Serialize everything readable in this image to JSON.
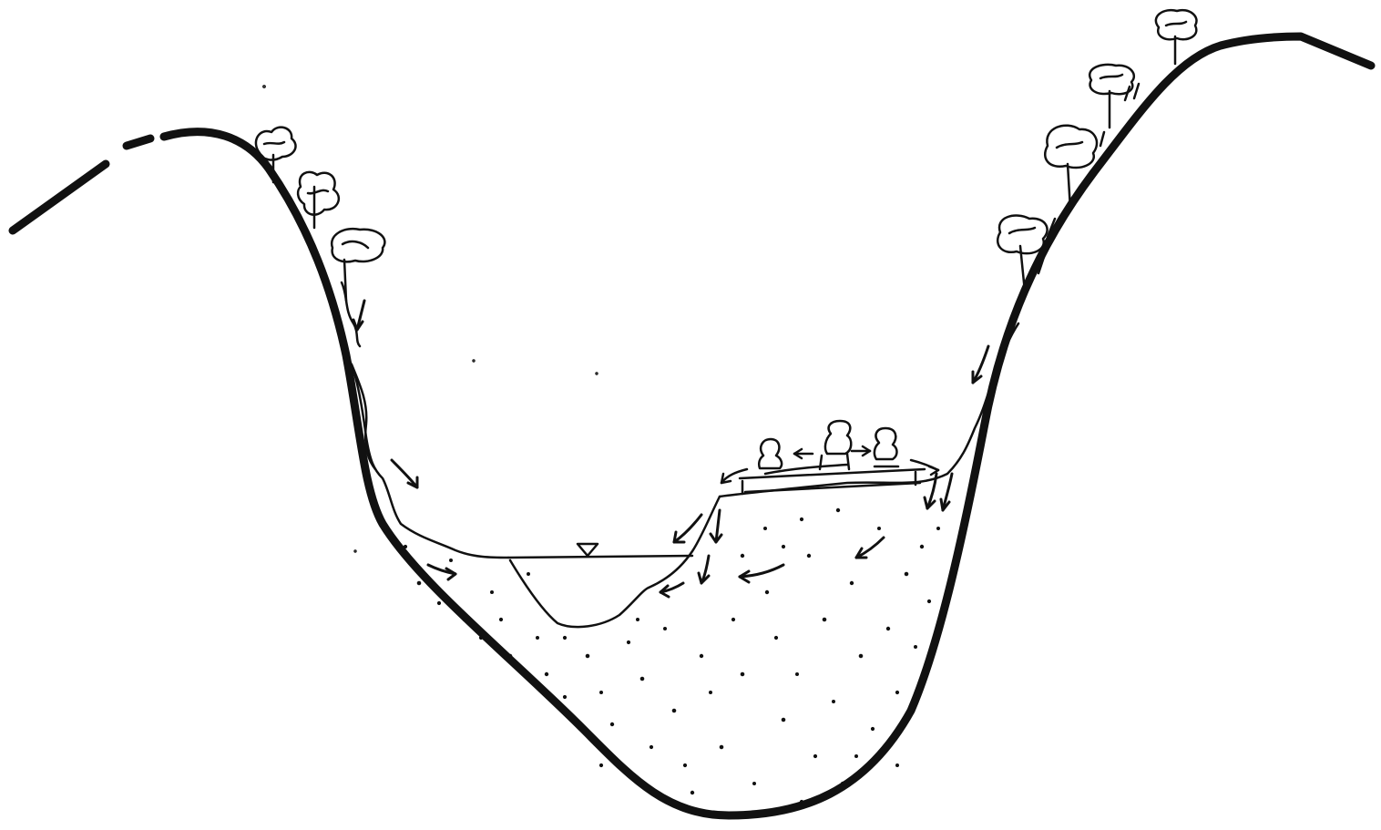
{
  "diagram": {
    "kind": "valley-cross-section-sketch",
    "ink_color": "#111111",
    "background_color": "#ffffff",
    "elements": [
      "valley-profile",
      "bedrock-boundary",
      "sediment-fill",
      "water-channel",
      "water-level-marker",
      "hillslope-trees",
      "flow-arrows",
      "terrace-platform",
      "terrace-figures"
    ],
    "text": []
  }
}
